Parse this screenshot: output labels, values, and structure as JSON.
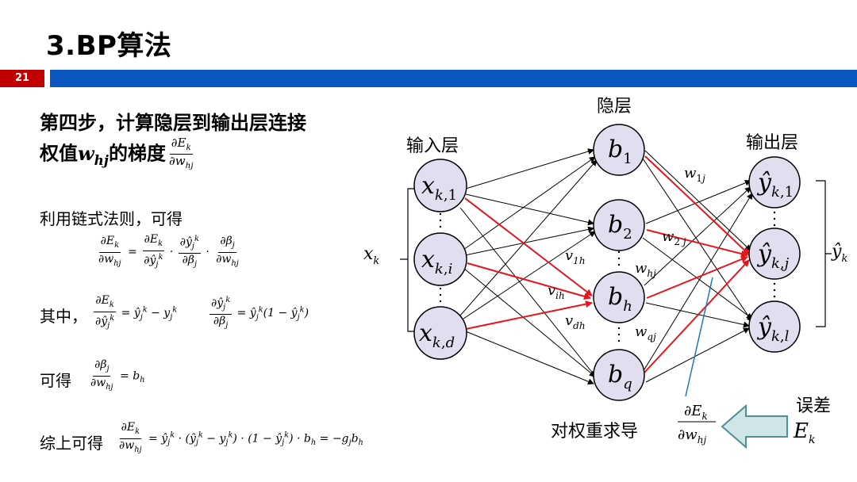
{
  "header": {
    "title": "3.BP算法",
    "page_number": "21"
  },
  "step": {
    "line1": "第四步，计算隐层到输出层连接",
    "line2_prefix": "权值",
    "line2_mid": "的梯度"
  },
  "derivation": {
    "chain_rule_text": "利用链式法则，可得",
    "where_text": "其中，",
    "can_get_text": "可得",
    "summary_text": "综上可得"
  },
  "network": {
    "input_layer_label": "输入层",
    "hidden_layer_label": "隐层",
    "output_layer_label": "输出层",
    "gradient_label": "对权重求导",
    "error_label": "误差",
    "colors": {
      "red_edges": "#e8141c",
      "black_edges": "#000000",
      "node_fill": "#e1def0",
      "arrow_fill": "#cfe5e6",
      "arrow_stroke": "#4f8f95",
      "pointer_line": "#1f77b4"
    }
  }
}
